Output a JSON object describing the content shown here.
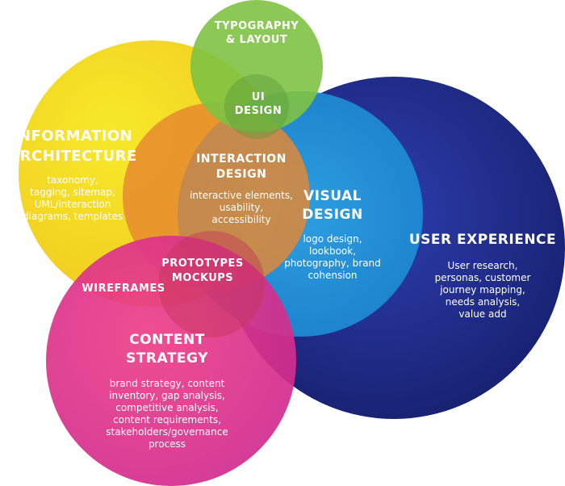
{
  "colors": {
    "user_experience": "#1f2a86",
    "visual_design": "#1d93d6",
    "information_architecture": "#f2e21e",
    "interaction_design": "#e7872f",
    "content_strategy": "#e63284",
    "typography_layout": "#8cc63f"
  },
  "typography": {
    "title": [
      "TYPOGRAPHY",
      "& LAYOUT"
    ]
  },
  "ui_design": {
    "title": [
      "UI",
      "DESIGN"
    ]
  },
  "information_architecture": {
    "title": [
      "INFORMATION",
      "ARCHITECTURE"
    ],
    "items": [
      "taxonomy,",
      "tagging, sitemap,",
      "UML/interaction",
      "diagrams, templates"
    ]
  },
  "interaction_design": {
    "title": [
      "INTERACTION",
      "DESIGN"
    ],
    "items": [
      "interactive elements,",
      "usability,",
      "accessibility"
    ]
  },
  "visual_design": {
    "title": [
      "VISUAL",
      "DESIGN"
    ],
    "items": [
      "logo design,",
      "lookbook,",
      "photography, brand",
      "cohension"
    ]
  },
  "user_experience": {
    "title": [
      "USER EXPERIENCE"
    ],
    "items": [
      "User research,",
      "personas, customer",
      "journey mapping,",
      "needs analysis,",
      "value add"
    ]
  },
  "prototypes": {
    "title": [
      "PROTOTYPES",
      "MOCKUPS"
    ]
  },
  "wireframes": {
    "title": [
      "WIREFRAMES"
    ]
  },
  "content_strategy": {
    "title": [
      "CONTENT",
      "STRATEGY"
    ],
    "items": [
      "brand strategy, content",
      "inventory, gap analysis,",
      "competitive analysis,",
      "content requirements,",
      "stakeholders/governance",
      "process"
    ]
  }
}
